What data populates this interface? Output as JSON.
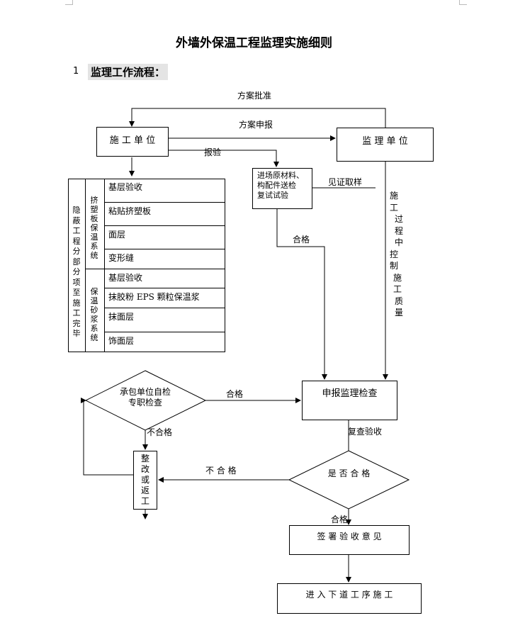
{
  "doc": {
    "title": "外墙外保温工程监理实施细则",
    "section_number": "1",
    "section_title": "监理工作流程："
  },
  "flow": {
    "contractor": "施 工 单 位",
    "supervisor": "监 理 单 位",
    "scheme_approval": "方案批准",
    "scheme_report": "方案申报",
    "report_check": "报验",
    "material_box": [
      "进场原材料、",
      "构配件送检",
      "复试试验"
    ],
    "witness_sampling": "见证取样",
    "qualified_1": "合格",
    "process_control": [
      "施",
      "工",
      "过",
      "程",
      "中",
      "控",
      "制",
      "施",
      "工",
      "质",
      "量"
    ],
    "hidden_works_label": [
      "隐",
      "蔽",
      "工",
      "程",
      "分",
      "部",
      "分",
      "项",
      "至",
      "施",
      "工",
      "完",
      "毕"
    ],
    "xps_system_label": [
      "挤",
      "塑",
      "板",
      "保",
      "温",
      "系",
      "统"
    ],
    "mortar_system_label": [
      "保",
      "温",
      "砂",
      "浆",
      "系",
      "统"
    ],
    "xps_items": [
      "基层验收",
      "粘贴挤塑板",
      "面层",
      "变形缝"
    ],
    "mortar_items": [
      "基层验收",
      "抹胶粉 EPS 颗粒保温浆",
      "抹面层",
      "饰面层"
    ],
    "self_check": [
      "承包单位自检",
      "专职检查"
    ],
    "qualified_2": "合格",
    "report_inspection": "申报监理检查",
    "not_qualified_1": "不合格",
    "recheck": "复查验收",
    "rectify": [
      "整",
      "改",
      "或",
      "返",
      "工"
    ],
    "not_qualified_2": "不 合 格",
    "is_qualified": "是 否 合 格",
    "qualified_3": "合格",
    "sign_opinion": "签 署 验 收 意 见",
    "next_step": "进 入 下 道 工 序 施 工"
  }
}
